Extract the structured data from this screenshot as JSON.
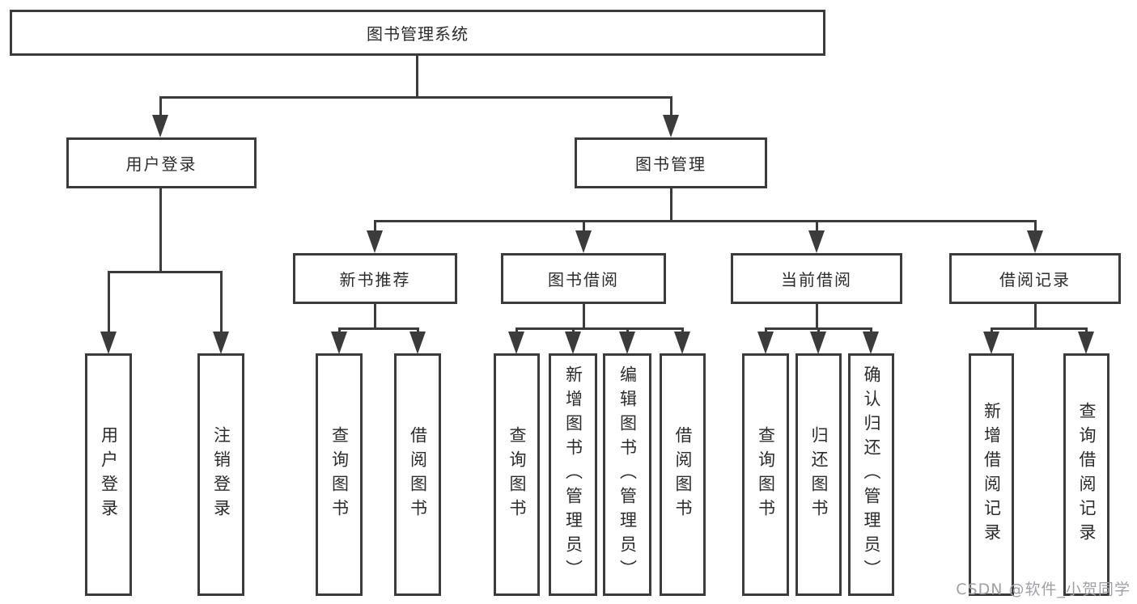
{
  "diagram": {
    "root": {
      "label": "图书管理系统"
    },
    "branches": [
      {
        "label": "用户登录",
        "children": [
          {
            "label": "用户登录"
          },
          {
            "label": "注销登录"
          }
        ]
      },
      {
        "label": "图书管理",
        "children": [
          {
            "label": "新书推荐",
            "children": [
              {
                "label": "查询图书"
              },
              {
                "label": "借阅图书"
              }
            ]
          },
          {
            "label": "图书借阅",
            "children": [
              {
                "label": "查询图书"
              },
              {
                "label": "新增图书（管理员）"
              },
              {
                "label": "编辑图书（管理员）"
              },
              {
                "label": "借阅图书"
              }
            ]
          },
          {
            "label": "当前借阅",
            "children": [
              {
                "label": "查询图书"
              },
              {
                "label": "归还图书"
              },
              {
                "label": "确认归还（管理员）"
              }
            ]
          },
          {
            "label": "借阅记录",
            "children": [
              {
                "label": "新增借阅记录"
              },
              {
                "label": "查询借阅记录"
              }
            ]
          }
        ]
      }
    ]
  },
  "watermark": {
    "text": "CSDN @软件_小贺同学"
  },
  "colors": {
    "line": "#3b3b3b",
    "node_text": "#2b2b2b",
    "watermark_text": "#9fa0a4",
    "background": "#ffffff"
  }
}
